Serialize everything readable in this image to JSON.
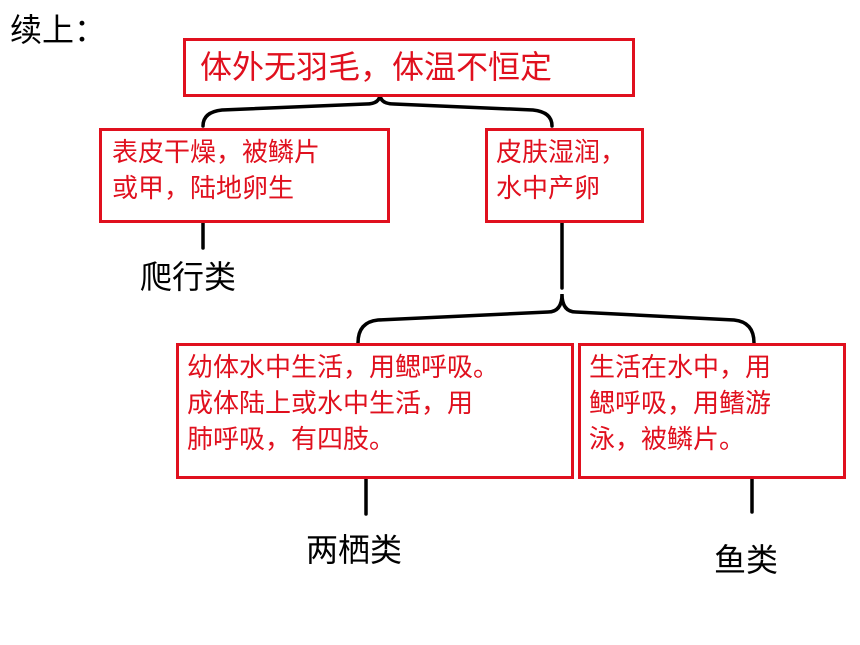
{
  "heading": "续上：",
  "colors": {
    "box_border": "#e0101e",
    "box_text": "#e0101e",
    "lines": "#000000"
  },
  "nodes": {
    "root": "体外无羽毛，体温不恒定",
    "left": "表皮干燥，被鳞片\n或甲，陆地卵生",
    "right": "皮肤湿润，\n水中产卵",
    "amphibian": "幼体水中生活，用鳃呼吸。\n成体陆上或水中生活，用\n肺呼吸，有四肢。",
    "fish": "生活在水中，用\n鳃呼吸，用鳍游\n泳，被鳞片。"
  },
  "labels": {
    "reptile": "爬行类",
    "amphibian": "两栖类",
    "fish": "鱼类"
  }
}
